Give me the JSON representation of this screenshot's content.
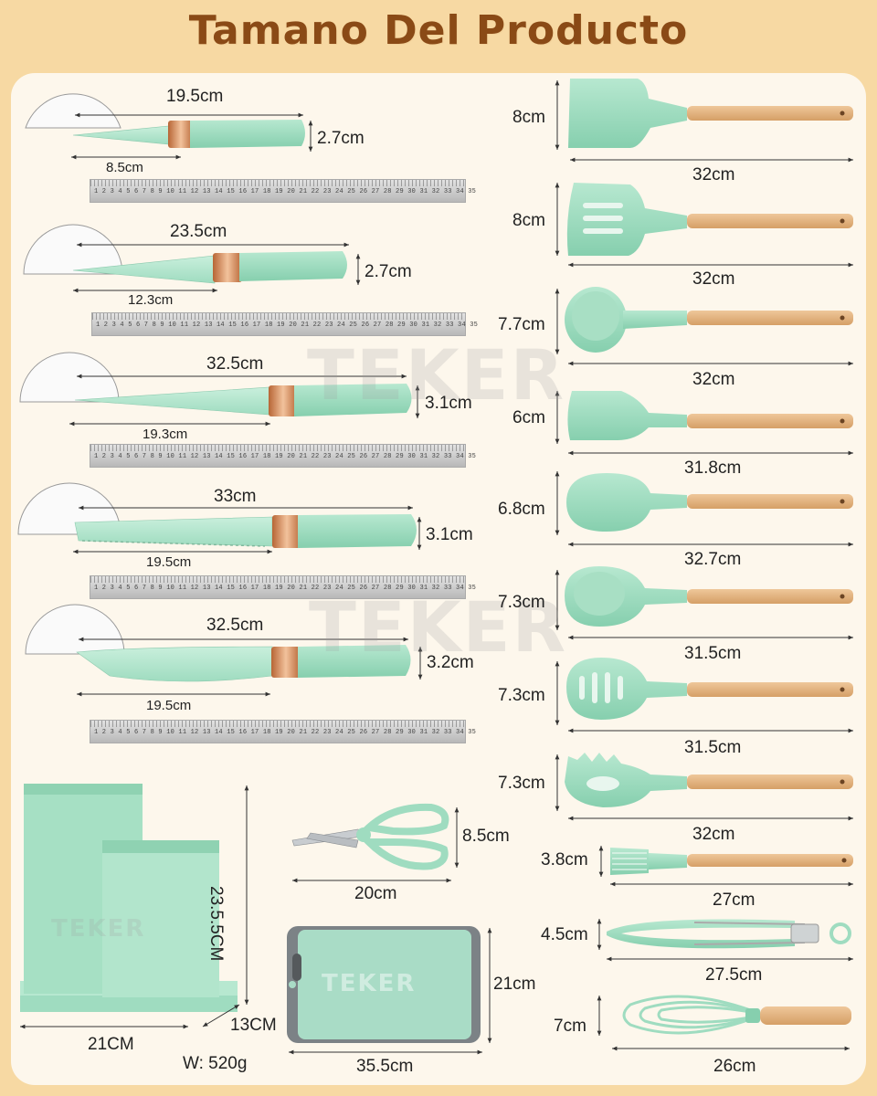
{
  "title": "Tamano Del Producto",
  "colors": {
    "silicone": "#9fdcc0",
    "wood": "#e2b27e",
    "rose_gold": "#c77a4a",
    "title": "#8a4a16",
    "background": "#f7d9a3"
  },
  "watermark": "TEKER",
  "ruler_numbers": "1 2 3 4 5 6 7 8 9 10 11 12 13 14 15 16 17 18 19 20 21 22 23 24 25 26 27 28 29 30 31 32 33 34 35",
  "knives": [
    {
      "length": "19.5cm",
      "width": "2.7cm",
      "blade": "8.5cm"
    },
    {
      "length": "23.5cm",
      "width": "2.7cm",
      "blade": "12.3cm"
    },
    {
      "length": "32.5cm",
      "width": "3.1cm",
      "blade": "19.3cm"
    },
    {
      "length": "33cm",
      "width": "3.1cm",
      "blade": "19.5cm"
    },
    {
      "length": "32.5cm",
      "width": "3.2cm",
      "blade": "19.5cm"
    }
  ],
  "utensils": [
    {
      "width": "8cm",
      "length": "32cm"
    },
    {
      "width": "8cm",
      "length": "32cm"
    },
    {
      "width": "7.7cm",
      "length": "32cm"
    },
    {
      "width": "6cm",
      "length": "31.8cm"
    },
    {
      "width": "6.8cm",
      "length": "32.7cm"
    },
    {
      "width": "7.3cm",
      "length": "31.5cm"
    },
    {
      "width": "7.3cm",
      "length": "31.5cm"
    },
    {
      "width": "7.3cm",
      "length": "32cm"
    },
    {
      "width": "3.8cm",
      "length": "27cm"
    },
    {
      "width": "4.5cm",
      "length": "27.5cm"
    },
    {
      "width": "7cm",
      "length": "26cm"
    }
  ],
  "holder": {
    "height": "23.5.5CM",
    "width": "21CM",
    "depth": "13CM",
    "weight": "W:  520g"
  },
  "scissors": {
    "width": "8.5cm",
    "length": "20cm"
  },
  "board": {
    "width": "21cm",
    "length": "35.5cm"
  }
}
